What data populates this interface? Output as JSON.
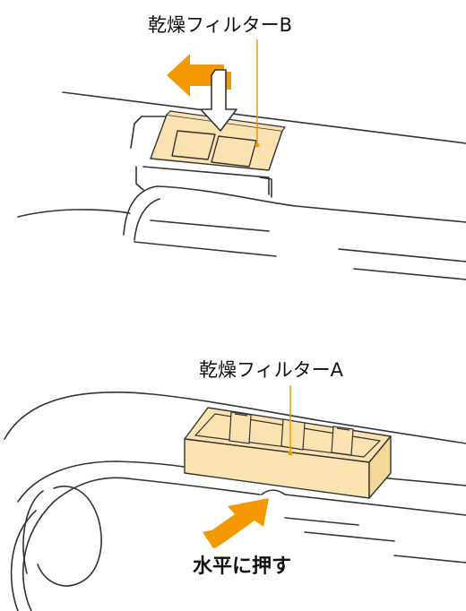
{
  "labels": {
    "filter_b": "乾燥フィルターB",
    "filter_a": "乾燥フィルターA",
    "instruction": "水平に押す"
  },
  "colors": {
    "arrow": "#F39800",
    "filter_fill": "#FAE3B0",
    "leader_line": "#F39800",
    "outline": "#333333"
  }
}
